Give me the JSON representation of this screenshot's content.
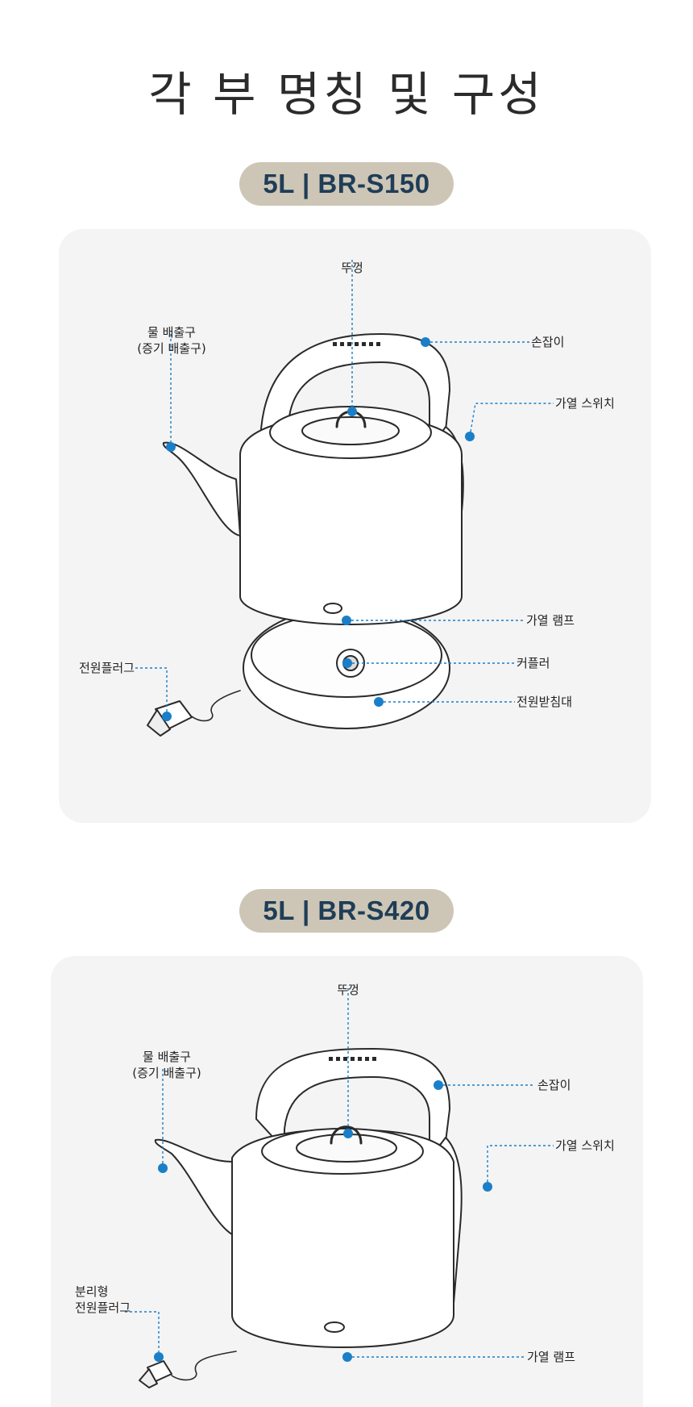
{
  "page": {
    "title": "각 부 명칭 및 구성"
  },
  "sections": [
    {
      "badge": "5L | BR-S150",
      "labels": {
        "lid": "뚜껑",
        "spout_line1": "물 배출구",
        "spout_line2": "(증기 배출구)",
        "handle": "손잡이",
        "switch": "가열 스위치",
        "lamp": "가열 램프",
        "coupler": "커플러",
        "base": "전원받침대",
        "plug": "전원플러그"
      }
    },
    {
      "badge": "5L | BR-S420",
      "labels": {
        "lid": "뚜껑",
        "spout_line1": "물 배출구",
        "spout_line2": "(증기 배출구)",
        "handle": "손잡이",
        "switch": "가열 스위치",
        "lamp": "가열 램프",
        "plug_line1": "분리형",
        "plug_line2": "전원플러그"
      }
    }
  ],
  "colors": {
    "badge_bg": "#cdc6b6",
    "badge_text": "#1f3d57",
    "marker": "#1a7fc8",
    "panel_bg": "#f4f4f4"
  }
}
